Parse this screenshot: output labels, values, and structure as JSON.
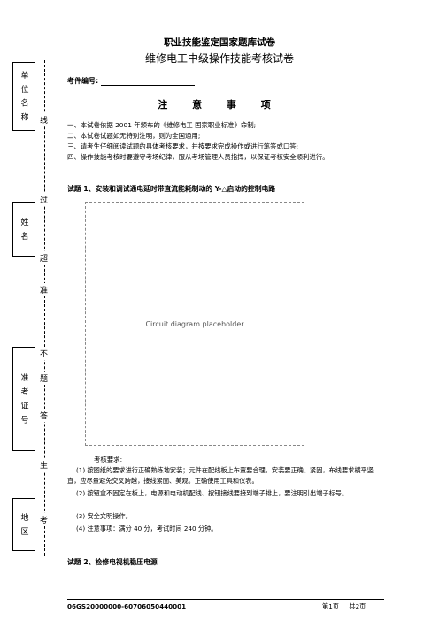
{
  "header": {
    "title": "职业技能鉴定国家题库试卷",
    "subtitle": "维修电工中级操作技能考核试卷"
  },
  "side": {
    "unit": "单 位 名 称",
    "name": "姓 名",
    "cert": "准 考 证 号",
    "region": "地 区"
  },
  "margin_chars": [
    "线",
    "过",
    "超",
    "准",
    "不",
    "题",
    "答",
    "生",
    "考"
  ],
  "exam_no_label": "考件编号:",
  "notice_title": "注 意 事 项",
  "notices": [
    "一、本试卷依据 2001 年颁布的《维修电工 国家职业标准》命制;",
    "二、本试卷试题如无特别注明，则为全国通用;",
    "三、请考生仔细阅读试题的具体考核要求，并按要求完成操作或进行笔答或口答;",
    "四、操作技能考核时要遵守考场纪律，服从考场管理人员指挥，以保证考核安全顺利进行。"
  ],
  "q1": {
    "title": "试题 1、安装和调试通电延时带直流能耗制动的 Y-△启动的控制电路"
  },
  "requirements": {
    "title": "考核要求:",
    "items": [
      "(1) 按图纸的要求进行正确熟练地安装；元件在配线板上布置要合理，安装要正确、紧固，布线要求横平竖直，应尽量避免交叉跨越，接线紧固、美观。正确使用工具和仪表。",
      "(2) 按钮盒不固定在板上，电源和电动机配线、按钮接线要接到端子排上，要注明引出端子标号。",
      "(3) 安全文明操作。",
      "(4) 注意事项：满分 40 分，考试时间 240 分钟。"
    ]
  },
  "q2": {
    "title": "试题 2、检修电视机稳压电源"
  },
  "footer": {
    "code": "06GS20000000-60706050440001",
    "page": "第1页",
    "total": "共2页"
  }
}
